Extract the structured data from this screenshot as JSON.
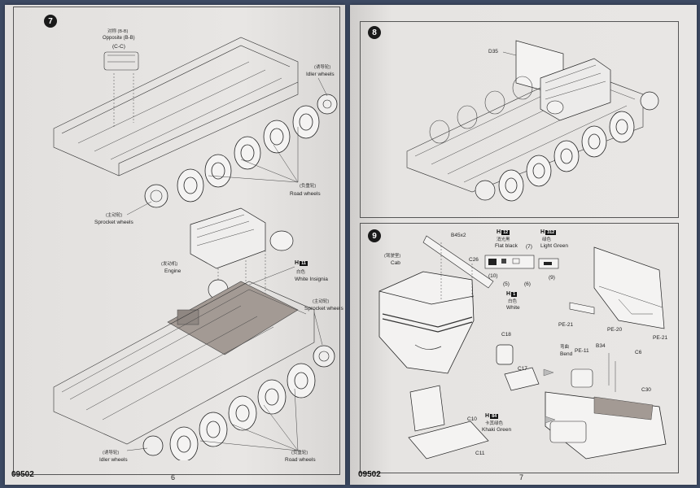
{
  "left_page": {
    "page_number": "6",
    "catalog_code": "09502",
    "step7": {
      "badge": "7",
      "opposite_cn": "对称 (B-B)",
      "opposite_en": "Opposite (B-B)",
      "opposite_cc": "(C-C)",
      "idler_cn": "(诱导轮)",
      "idler_en": "Idler wheels",
      "road_cn": "(负重轮)",
      "road_en": "Road wheels",
      "sprocket_cn": "(主动轮)",
      "sprocket_en": "Sprocket wheels",
      "engine_cn": "(发动机)",
      "engine_en": "Engine",
      "color_code": "H",
      "color_num": "11",
      "color_cn": "白色",
      "color_en": "White Insignia",
      "sprocket2_cn": "(主动轮)",
      "sprocket2_en": "Sprocket wheels",
      "idler2_cn": "(诱导轮)",
      "idler2_en": "Idler wheels",
      "road2_cn": "(负重轮)",
      "road2_en": "Road wheels"
    }
  },
  "right_page": {
    "page_number": "7",
    "catalog_code": "09502",
    "step8": {
      "badge": "8",
      "part": "D35"
    },
    "step9": {
      "badge": "9",
      "b45": "B45x2",
      "cab_cn": "(驾驶室)",
      "cab_en": "Cab",
      "c26": "C26",
      "flat_black_code": "H",
      "flat_black_num": "12",
      "flat_black_cn": "消光黑",
      "flat_black_en": "Flat black",
      "light_green_code": "H",
      "light_green_num": "312",
      "light_green_cn": "绿色",
      "light_green_en": "Light Green",
      "n10": "(10)",
      "n5": "(5)",
      "n6": "(6)",
      "n7": "(7)",
      "n9": "(9)",
      "white_code": "H",
      "white_num": "1",
      "white_cn": "白色",
      "white_en": "White",
      "pe21_left": "PE-21",
      "pe20": "PE-20",
      "pe21_right": "PE-21",
      "c18": "C18",
      "c17": "C17",
      "bend_cn": "弯曲",
      "bend_en": "Bend",
      "pe11": "PE-11",
      "b34": "B34",
      "c6": "C6",
      "c30": "C30",
      "khaki_code": "H",
      "khaki_num": "84",
      "khaki_cn": "卡其绿色",
      "khaki_en": "Khaki Green",
      "c10": "C10",
      "c11": "C11"
    }
  }
}
